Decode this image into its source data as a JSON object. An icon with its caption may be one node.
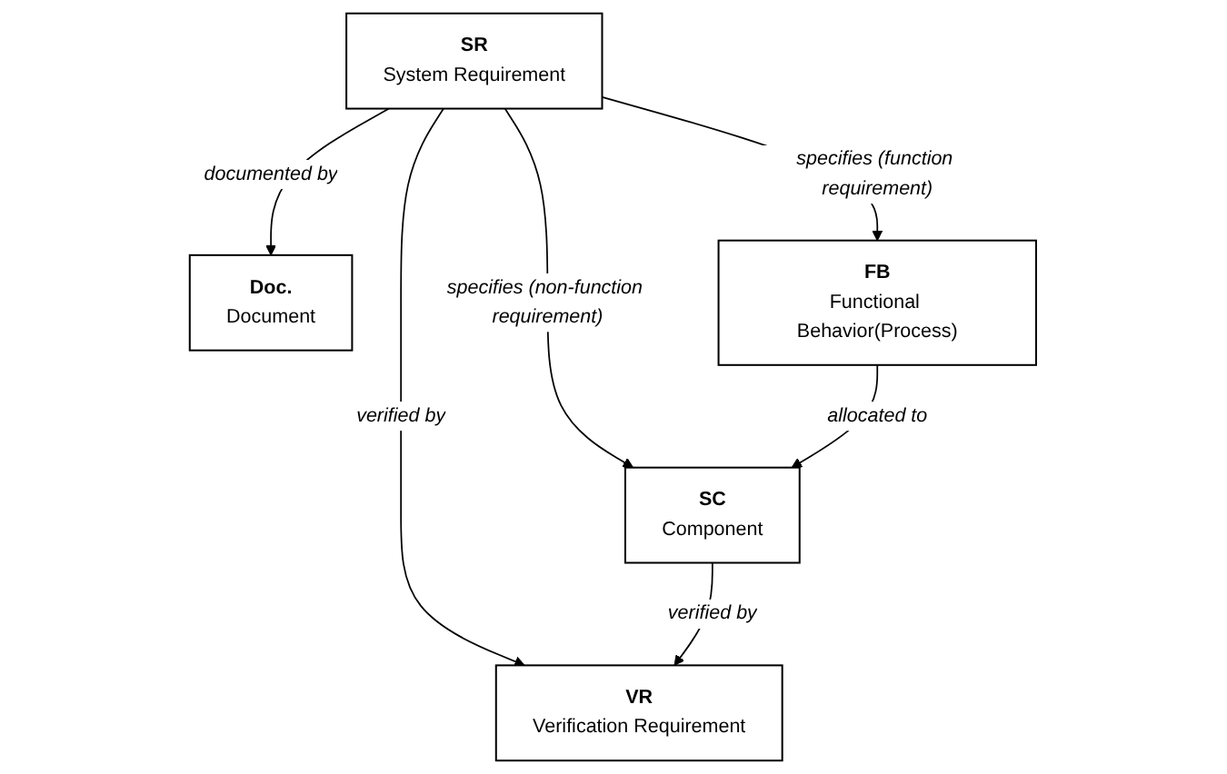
{
  "diagram": {
    "nodes": [
      {
        "text": [
          "Doc.",
          "Document"
        ]
      },
      {
        "text": [
          "SR",
          "System Requirement"
        ]
      },
      {
        "text": [
          "VR",
          "Verification Requirement"
        ]
      },
      {
        "text": [
          "FB",
          "Functional Behavior(Process)"
        ]
      },
      {
        "text": [
          "SC",
          "Component"
        ]
      }
    ],
    "edges": [
      {
        "from": 1,
        "to": 0,
        "arrow": "to",
        "label": "documented by"
      },
      {
        "from": 1,
        "to": 2,
        "arrow": "to",
        "label": "verified by"
      },
      {
        "from": 1,
        "to": 3,
        "arrow": "to",
        "label": "specifies (function requirement)"
      },
      {
        "from": 1,
        "to": 4,
        "arrow": "to",
        "label": "specifies (non-function requirement)"
      },
      {
        "from": 3,
        "to": 4,
        "arrow": "to",
        "label": "allocated to"
      },
      {
        "from": 4,
        "to": 2,
        "arrow": "to",
        "label": "verified by"
      }
    ]
  }
}
